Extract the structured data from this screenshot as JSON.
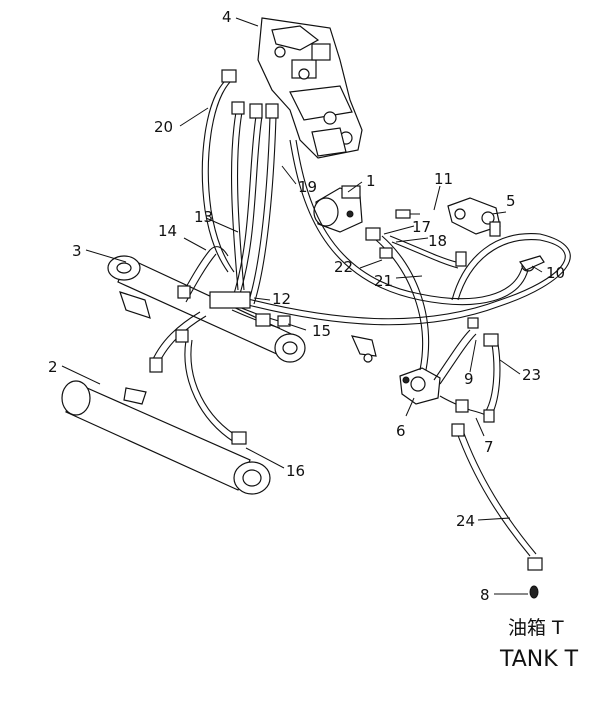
{
  "callouts": {
    "c1": "1",
    "c2": "2",
    "c3": "3",
    "c4": "4",
    "c5": "5",
    "c6": "6",
    "c7": "7",
    "c8": "8",
    "c9": "9",
    "c10": "10",
    "c11": "11",
    "c12": "12",
    "c13": "13",
    "c14": "14",
    "c15": "15",
    "c16": "16",
    "c17": "17",
    "c18": "18",
    "c19": "19",
    "c20": "20",
    "c21": "21",
    "c22": "22",
    "c23": "23",
    "c24": "24"
  },
  "tank_label_cn": "油箱 T",
  "tank_label_en": "TANK T"
}
